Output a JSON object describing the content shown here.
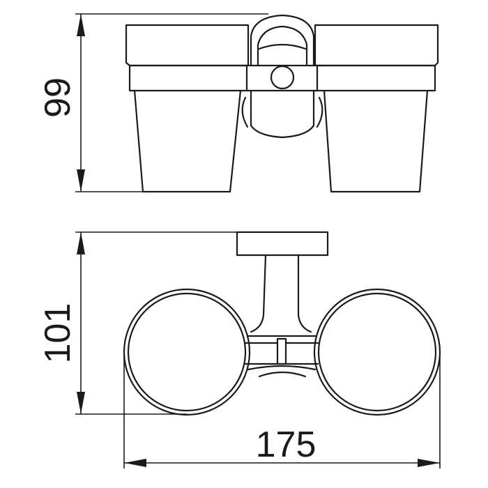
{
  "diagram": {
    "dimensions": {
      "height_front": "99",
      "depth_top": "101",
      "width": "175"
    },
    "colors": {
      "line": "#1a1a1a",
      "background": "#ffffff"
    }
  }
}
